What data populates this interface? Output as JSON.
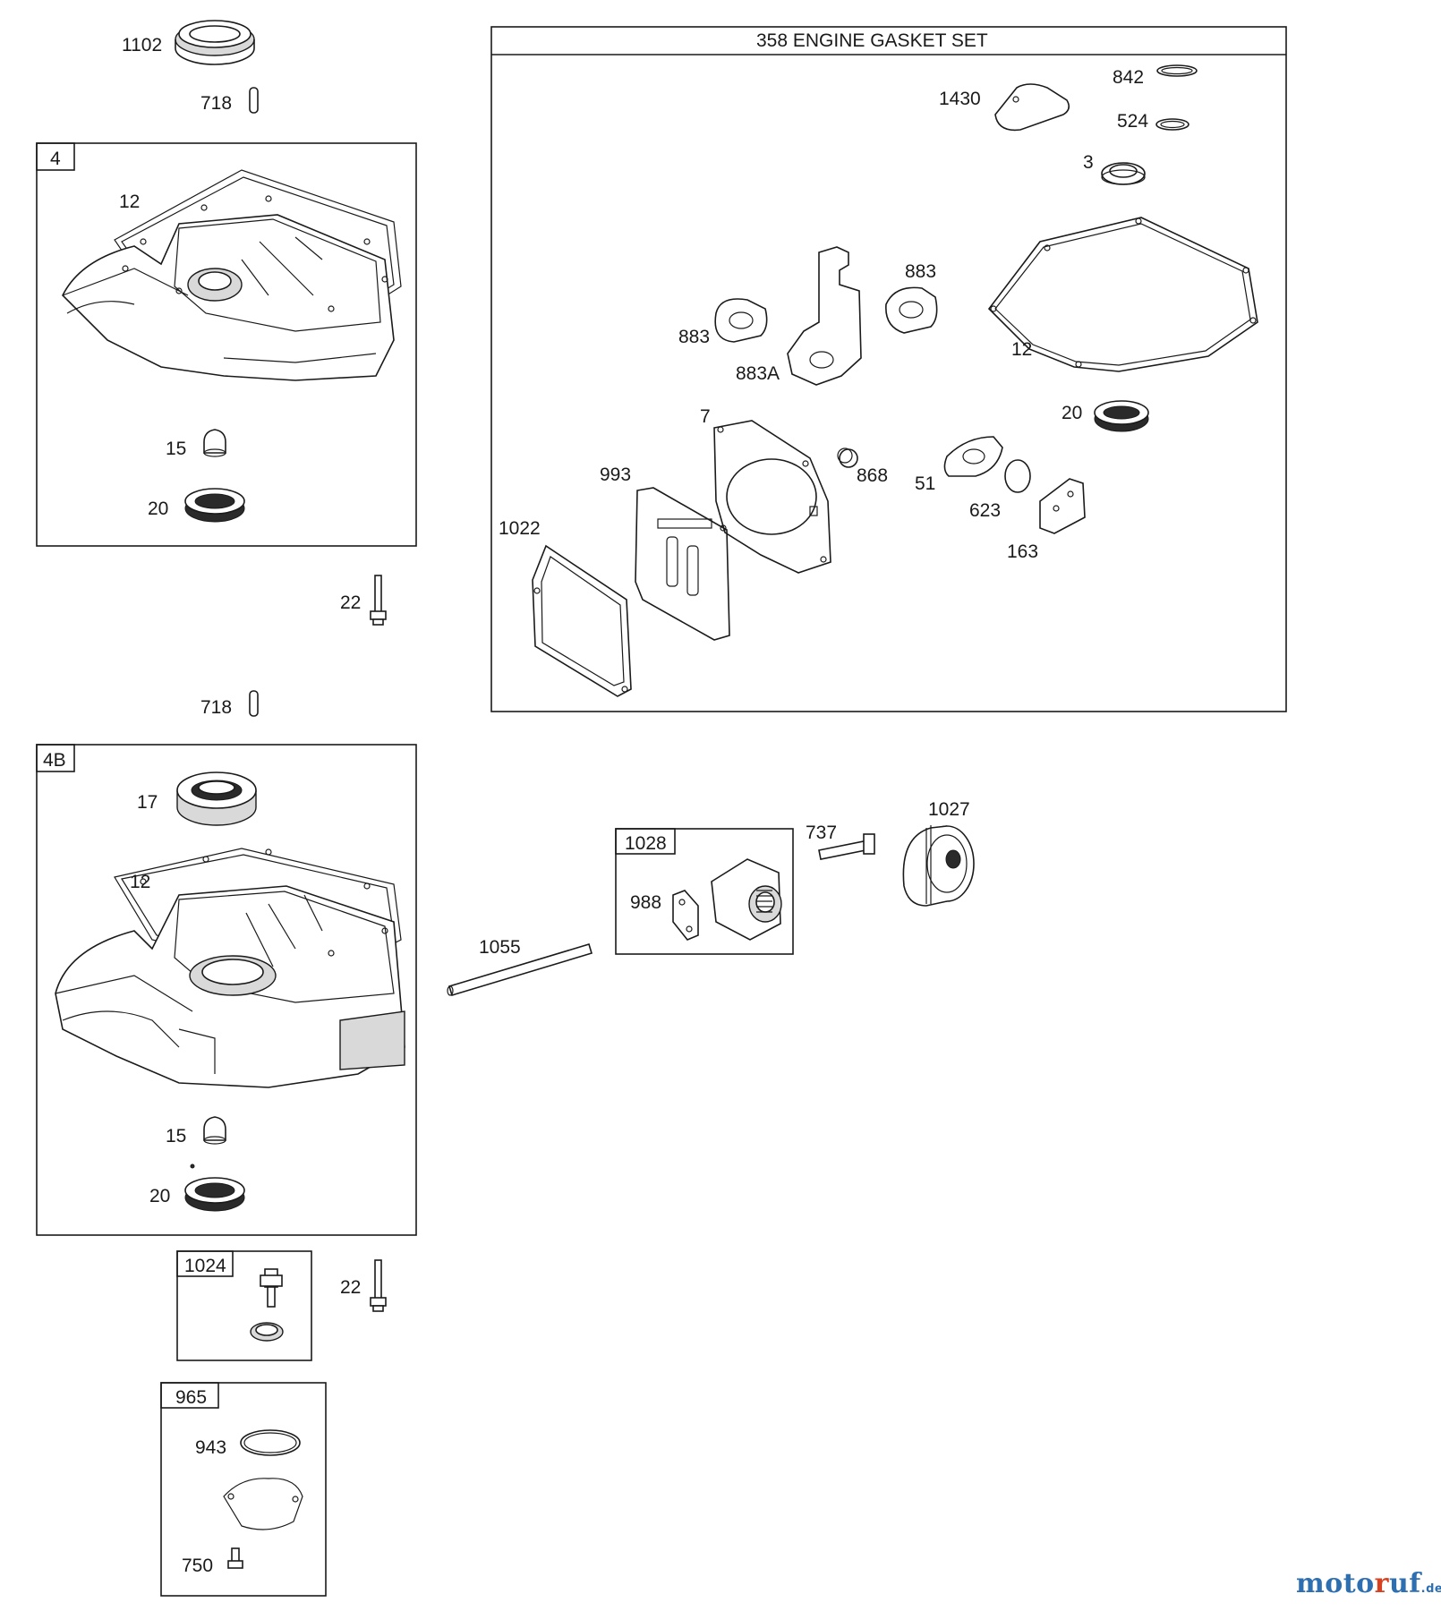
{
  "groups": {
    "g4": "4",
    "g4b": "4B",
    "g358": "358 ENGINE GASKET SET",
    "g1024": "1024",
    "g965": "965",
    "g1028": "1028"
  },
  "labels": {
    "p1102": "1102",
    "p718a": "718",
    "p12a": "12",
    "p15a": "15",
    "p20a": "20",
    "p22a": "22",
    "p718b": "718",
    "p17": "17",
    "p12b": "12",
    "p15b": "15",
    "p20b": "20",
    "p22b": "22",
    "p943": "943",
    "p750": "750",
    "p842": "842",
    "p1430": "1430",
    "p524": "524",
    "p3": "3",
    "p883a": "883",
    "p883b": "883",
    "p883A": "883A",
    "p12c": "12",
    "p7": "7",
    "p20c": "20",
    "p993": "993",
    "p868": "868",
    "p51": "51",
    "p623": "623",
    "p1022": "1022",
    "p163": "163",
    "p737": "737",
    "p1027": "1027",
    "p988": "988",
    "p1055": "1055"
  },
  "watermark": {
    "part1": "moto",
    "part2": "r",
    "part3": "uf",
    "suffix": ".de"
  }
}
